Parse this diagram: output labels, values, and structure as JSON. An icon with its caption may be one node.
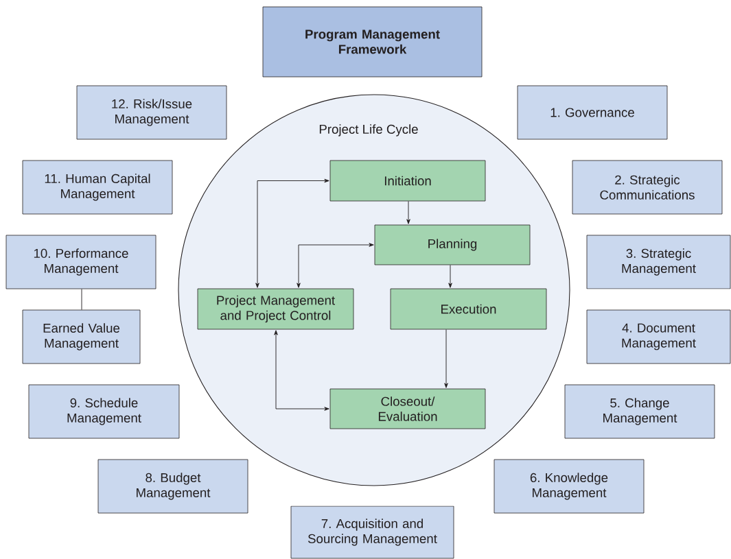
{
  "diagram": {
    "nodes": [
      {
        "text": [
          "Program Management Framework"
        ]
      },
      {
        "text": [
          "Project Life Cycle"
        ]
      },
      {
        "text": [
          "Initiation"
        ],
        "in": 1
      },
      {
        "text": [
          "Planning"
        ],
        "in": 1
      },
      {
        "text": [
          "Project Management and Project Control"
        ],
        "in": 1
      },
      {
        "text": [
          "Execution"
        ],
        "in": 1
      },
      {
        "text": [
          "Closeout/ Evaluation"
        ],
        "in": 1
      },
      {
        "text": [
          "1. Governance"
        ]
      },
      {
        "text": [
          "2. Strategic Communications"
        ]
      },
      {
        "text": [
          "3. Strategic Management"
        ]
      },
      {
        "text": [
          "4. Document Management"
        ]
      },
      {
        "text": [
          "5. Change Management"
        ]
      },
      {
        "text": [
          "6. Knowledge Management"
        ]
      },
      {
        "text": [
          "7. Acquisition and Sourcing Management"
        ]
      },
      {
        "text": [
          "8. Budget Management"
        ]
      },
      {
        "text": [
          "9. Schedule Management"
        ]
      },
      {
        "text": [
          "10. Performance Management"
        ]
      },
      {
        "text": [
          "11. Human Capital Management"
        ]
      },
      {
        "text": [
          "12. Risk/Issue Management"
        ]
      },
      {
        "text": [
          "Earned Value Management"
        ]
      }
    ],
    "edges": [
      {
        "from": 4,
        "to": 2,
        "arrow": "both"
      },
      {
        "from": 4,
        "to": 3,
        "arrow": "both"
      },
      {
        "from": 4,
        "to": 6,
        "arrow": "both"
      },
      {
        "from": 2,
        "to": 3,
        "arrow": "to"
      },
      {
        "from": 3,
        "to": 5,
        "arrow": "to"
      },
      {
        "from": 5,
        "to": 6,
        "arrow": "to"
      },
      {
        "from": 16,
        "to": 19,
        "arrow": "none"
      }
    ]
  }
}
